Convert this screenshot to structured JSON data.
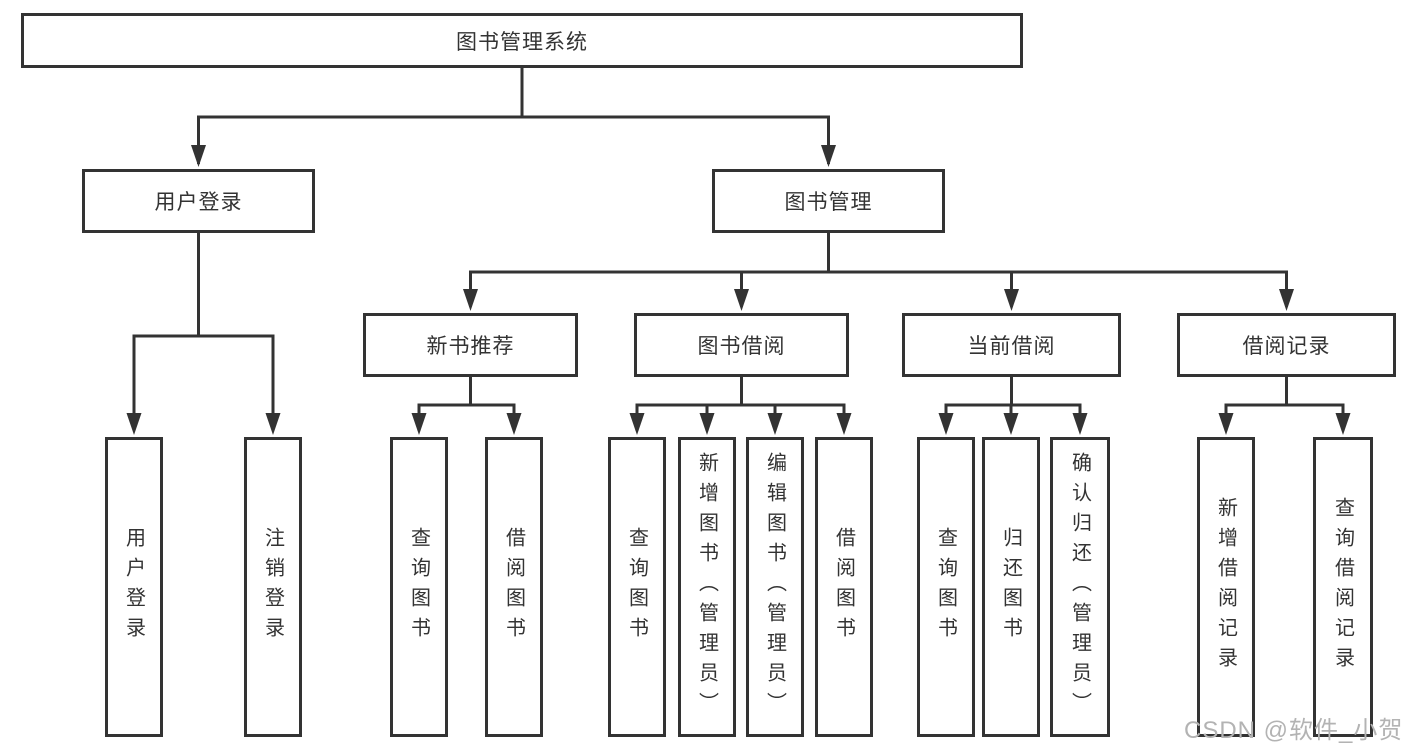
{
  "colors": {
    "line": "#333333",
    "text": "#333333",
    "background": "#ffffff",
    "watermark": "#b3b3b3"
  },
  "diagram": {
    "root": {
      "label": "图书管理系统"
    },
    "branches": {
      "user_login": {
        "label": "用户登录",
        "children": [
          {
            "label": "用户登录"
          },
          {
            "label": "注销登录"
          }
        ]
      },
      "book_management": {
        "label": "图书管理",
        "children": {
          "new_book_rec": {
            "label": "新书推荐",
            "children": [
              {
                "label": "查询图书"
              },
              {
                "label": "借阅图书"
              }
            ]
          },
          "book_borrow": {
            "label": "图书借阅",
            "children": [
              {
                "label": "查询图书"
              },
              {
                "label": "新增图书（管理员）"
              },
              {
                "label": "编辑图书（管理员）"
              },
              {
                "label": "借阅图书"
              }
            ]
          },
          "current_borrow": {
            "label": "当前借阅",
            "children": [
              {
                "label": "查询图书"
              },
              {
                "label": "归还图书"
              },
              {
                "label": "确认归还（管理员）"
              }
            ]
          },
          "borrow_records": {
            "label": "借阅记录",
            "children": [
              {
                "label": "新增借阅记录"
              },
              {
                "label": "查询借阅记录"
              }
            ]
          }
        }
      }
    }
  },
  "watermark": {
    "text": "CSDN @软件_小贺同学"
  }
}
